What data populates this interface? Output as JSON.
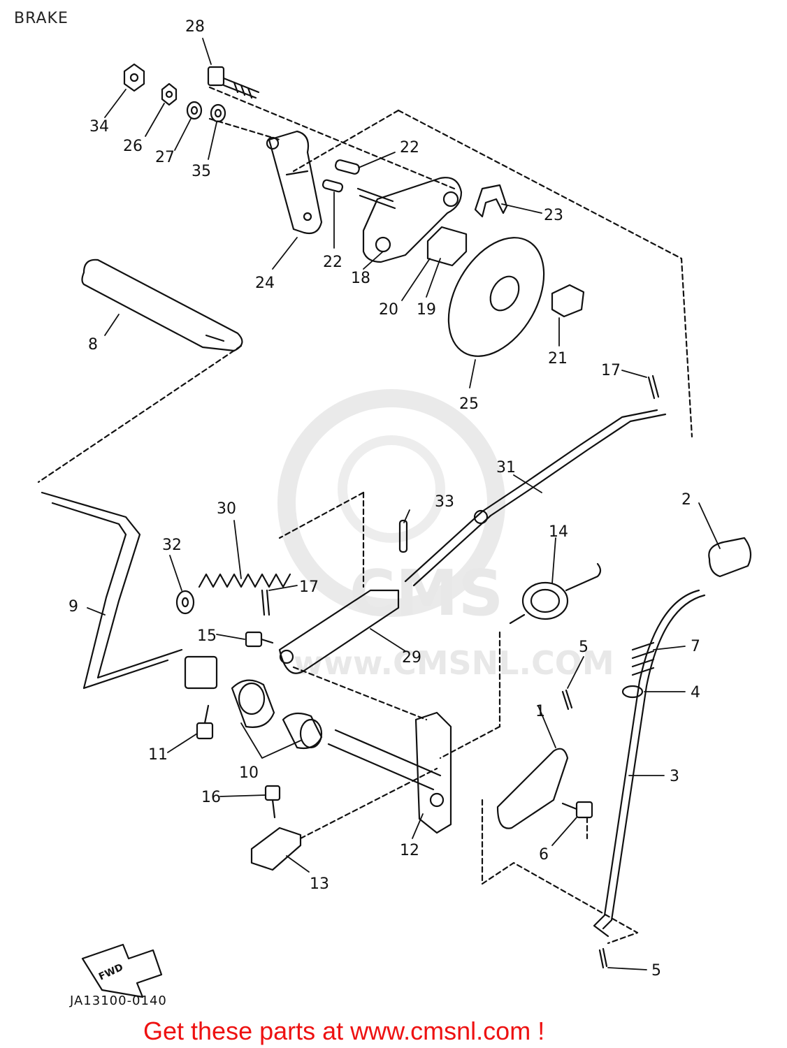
{
  "title": "BRAKE",
  "drawing_code": "JA13100-0140",
  "footer": "Get these parts at www.cmsnl.com !",
  "watermark": {
    "brand": "CMS",
    "url": "www.CMSNL.COM"
  },
  "fwd_arrow": "FWD",
  "part_labels": [
    {
      "id": "28",
      "text": "28"
    },
    {
      "id": "34",
      "text": "34"
    },
    {
      "id": "26",
      "text": "26"
    },
    {
      "id": "27",
      "text": "27"
    },
    {
      "id": "35",
      "text": "35"
    },
    {
      "id": "22a",
      "text": "22"
    },
    {
      "id": "22b",
      "text": "22"
    },
    {
      "id": "23",
      "text": "23"
    },
    {
      "id": "24",
      "text": "24"
    },
    {
      "id": "18",
      "text": "18"
    },
    {
      "id": "20",
      "text": "20"
    },
    {
      "id": "19",
      "text": "19"
    },
    {
      "id": "21",
      "text": "21"
    },
    {
      "id": "25",
      "text": "25"
    },
    {
      "id": "8",
      "text": "8"
    },
    {
      "id": "17a",
      "text": "17"
    },
    {
      "id": "31",
      "text": "31"
    },
    {
      "id": "2",
      "text": "2"
    },
    {
      "id": "30",
      "text": "30"
    },
    {
      "id": "33",
      "text": "33"
    },
    {
      "id": "14",
      "text": "14"
    },
    {
      "id": "32",
      "text": "32"
    },
    {
      "id": "17b",
      "text": "17"
    },
    {
      "id": "9",
      "text": "9"
    },
    {
      "id": "15",
      "text": "15"
    },
    {
      "id": "29",
      "text": "29"
    },
    {
      "id": "5a",
      "text": "5"
    },
    {
      "id": "7",
      "text": "7"
    },
    {
      "id": "4",
      "text": "4"
    },
    {
      "id": "1",
      "text": "1"
    },
    {
      "id": "11",
      "text": "11"
    },
    {
      "id": "10",
      "text": "10"
    },
    {
      "id": "3",
      "text": "3"
    },
    {
      "id": "16",
      "text": "16"
    },
    {
      "id": "12",
      "text": "12"
    },
    {
      "id": "6",
      "text": "6"
    },
    {
      "id": "13",
      "text": "13"
    },
    {
      "id": "5b",
      "text": "5"
    }
  ]
}
